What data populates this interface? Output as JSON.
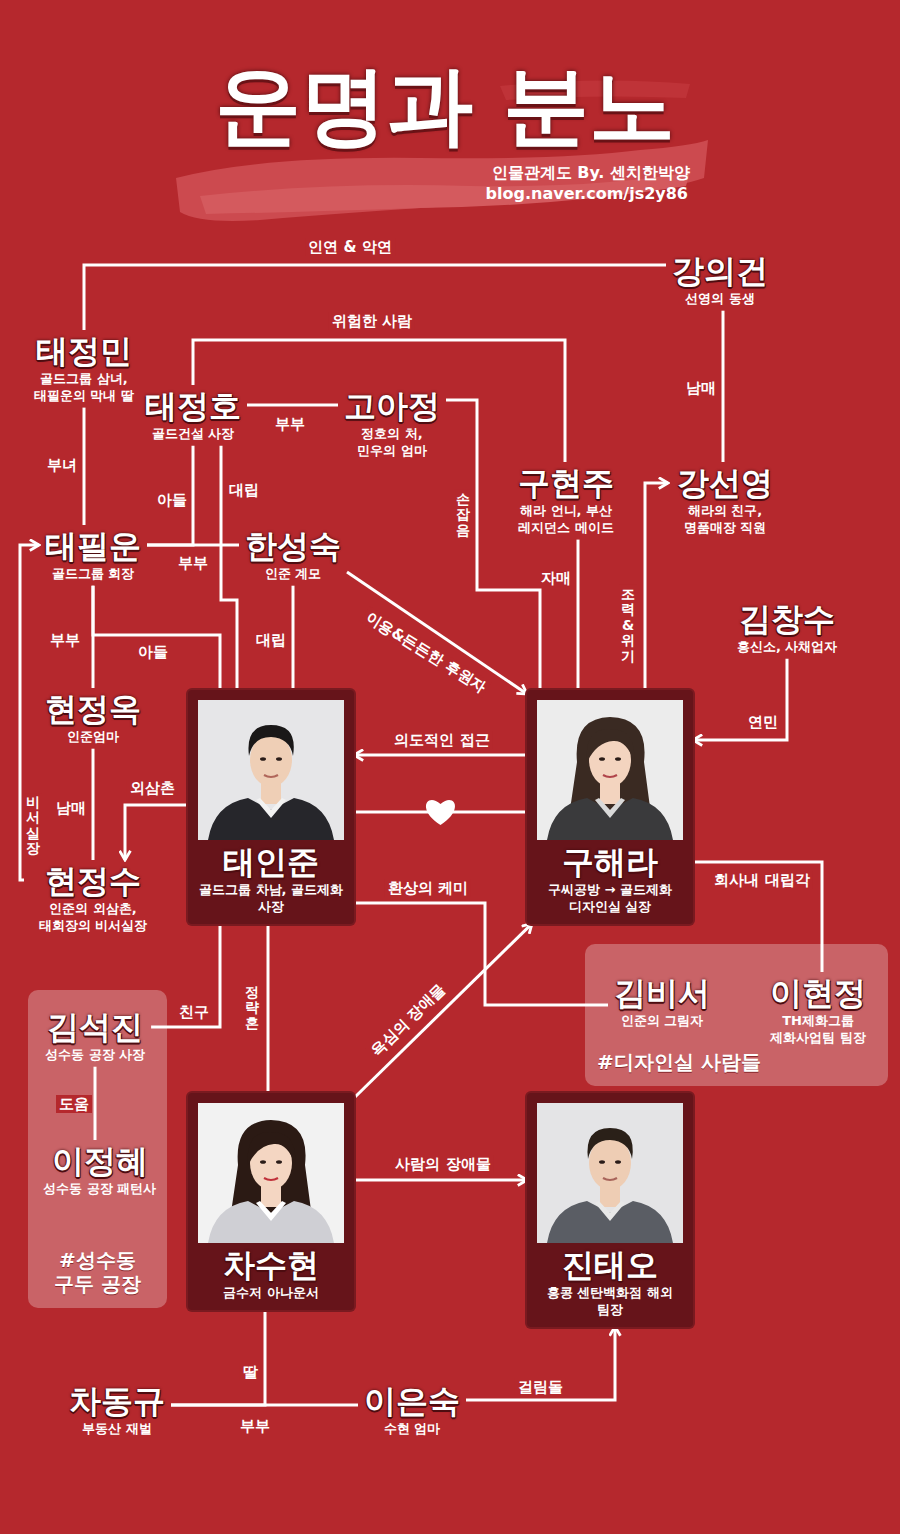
{
  "diagram": {
    "title": "운명과 분노",
    "caption": "인물관계도 By. 센치한박양",
    "nodes": [
      {
        "text": [
          "태정민",
          "골드그룹 삼녀, 태필운의 막내 딸"
        ]
      },
      {
        "text": [
          "강의건",
          "선영의 동생"
        ]
      },
      {
        "text": [
          "태정호",
          "골드건설 사장"
        ]
      },
      {
        "text": [
          "고아정",
          "정호의 처, 민우의 엄마"
        ]
      },
      {
        "text": [
          "구현주",
          "해라 언니, 부산 레지던스 메이드"
        ]
      },
      {
        "text": [
          "강선영",
          "해라의 친구, 명품매장 직원"
        ]
      },
      {
        "text": [
          "태필운",
          "골드그룹 회장"
        ]
      },
      {
        "text": [
          "한성숙",
          "인준 계모"
        ]
      },
      {
        "text": [
          "김창수",
          "흥신소, 사채업자"
        ]
      },
      {
        "text": [
          "현정옥",
          "인준엄마"
        ]
      },
      {
        "text": [
          "태인준",
          "골드그룹 차남, 골드제화 사장"
        ]
      },
      {
        "text": [
          "구해라",
          "구씨공방 → 골드제화 디자인실 실장"
        ]
      },
      {
        "text": [
          "현정수",
          "인준의 외삼촌, 태회장의 비서실장"
        ]
      },
      {
        "text": [
          "#디자인실 사람들"
        ]
      },
      {
        "text": [
          "김비서",
          "인준의 그림자"
        ],
        "in": 13
      },
      {
        "text": [
          "이현정",
          "TH제화그룹 제화사업팀 팀장"
        ],
        "in": 13
      },
      {
        "text": [
          "#성수동 구두 공장"
        ]
      },
      {
        "text": [
          "김석진",
          "성수동 공장 사장"
        ],
        "in": 16
      },
      {
        "text": [
          "이정혜",
          "성수동 공장 패턴사"
        ],
        "in": 16
      },
      {
        "text": [
          "차수현",
          "금수저 아나운서"
        ]
      },
      {
        "text": [
          "진태오",
          "홍콩 센탄백화점 해외 팀장"
        ]
      },
      {
        "text": [
          "차동규",
          "부동산 재벌"
        ]
      },
      {
        "text": [
          "이은숙",
          "수현 엄마"
        ]
      }
    ],
    "edges": [
      {
        "from": 0,
        "to": 1,
        "label": "인연 & 악연",
        "arrow": "none"
      },
      {
        "from": 2,
        "to": 4,
        "label": "위험한 사람",
        "arrow": "none"
      },
      {
        "from": 1,
        "to": 5,
        "label": "남매",
        "arrow": "none"
      },
      {
        "from": 0,
        "to": 6,
        "label": "부녀",
        "arrow": "none"
      },
      {
        "from": 2,
        "to": 3,
        "label": "부부",
        "arrow": "none"
      },
      {
        "from": 3,
        "to": 11,
        "label": "손잡음",
        "arrow": "none"
      },
      {
        "from": 4,
        "to": 11,
        "label": "자매",
        "arrow": "none"
      },
      {
        "from": 11,
        "to": 5,
        "label": "조력&위기",
        "arrow": "to"
      },
      {
        "from": 2,
        "to": 6,
        "label": "아들",
        "arrow": "none"
      },
      {
        "from": 2,
        "to": 10,
        "label": "대립",
        "arrow": "none"
      },
      {
        "from": 6,
        "to": 7,
        "label": "부부",
        "arrow": "none"
      },
      {
        "from": 7,
        "to": 10,
        "label": "대립",
        "arrow": "none"
      },
      {
        "from": 6,
        "to": 9,
        "label": "부부",
        "arrow": "none"
      },
      {
        "from": 6,
        "to": 10,
        "label": "아들",
        "arrow": "none"
      },
      {
        "from": 7,
        "to": 11,
        "label": "이용&든든한 후원자",
        "arrow": "to"
      },
      {
        "from": 8,
        "to": 11,
        "label": "연민",
        "arrow": "to"
      },
      {
        "from": 11,
        "to": 10,
        "label": "의도적인 접근",
        "arrow": "to"
      },
      {
        "from": 10,
        "to": 11,
        "arrow": "none"
      },
      {
        "from": 9,
        "to": 12,
        "label": "남매",
        "arrow": "none"
      },
      {
        "from": 10,
        "to": 12,
        "label": "외삼촌",
        "arrow": "to"
      },
      {
        "from": 12,
        "to": 6,
        "label": "비서실장",
        "arrow": "to"
      },
      {
        "from": 10,
        "to": 14,
        "label": "환상의 케미",
        "arrow": "none"
      },
      {
        "from": 11,
        "to": 15,
        "label": "회사내 대립각",
        "arrow": "none"
      },
      {
        "from": 10,
        "to": 17,
        "label": "친구",
        "arrow": "none"
      },
      {
        "from": 10,
        "to": 19,
        "label": "정략혼",
        "arrow": "none"
      },
      {
        "from": 19,
        "to": 11,
        "label": "욕심의 장애물",
        "arrow": "to"
      },
      {
        "from": 17,
        "to": 18,
        "label": "도움",
        "arrow": "none"
      },
      {
        "from": 19,
        "to": 20,
        "label": "사람의 장애물",
        "arrow": "to"
      },
      {
        "from": 21,
        "to": 22,
        "label": "부부",
        "arrow": "none"
      },
      {
        "from": 19,
        "to": 21,
        "label": "딸",
        "arrow": "none"
      },
      {
        "from": 22,
        "to": 20,
        "label": "걸림돌",
        "arrow": "to"
      }
    ],
    "labels": [
      "blog.naver.com/js2y86"
    ]
  }
}
